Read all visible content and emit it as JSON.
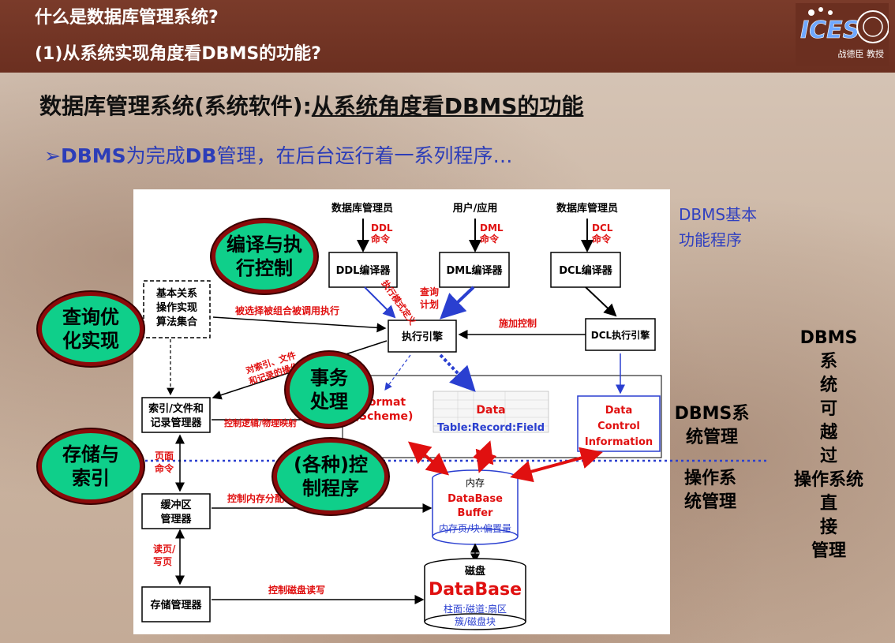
{
  "header": {
    "title_line1": "什么是数据库管理系统?",
    "title_line2": "(1)从系统实现角度看DBMS的功能?",
    "logo_text": "ICES",
    "logo_caption": "战德臣 教授"
  },
  "slide": {
    "heading_prefix": "数据库管理系统(系统软件):",
    "heading_underlined": "从系统角度看DBMS的功能",
    "bullet_bold1": "DBMS",
    "bullet_mid": "为完成",
    "bullet_bold2": "DB",
    "bullet_rest": "管理，在后台运行着一系列程序…"
  },
  "ovals": {
    "compile": "编译与执行控制",
    "query": "查询优化实现",
    "txn": "事务处理",
    "storage": "存储与索引",
    "control": "(各种)控制程序"
  },
  "side": {
    "dbms_basic_1": "DBMS基本",
    "dbms_basic_2": "功能程序",
    "dbms_sys_mgmt_1": "DBMS系",
    "dbms_sys_mgmt_2": "统管理",
    "os_mgmt_1": "操作系",
    "os_mgmt_2": "统管理",
    "vertical": [
      "DBMS",
      "系",
      "统",
      "可",
      "越",
      "过",
      "操作系统",
      "直",
      "接",
      "管理"
    ]
  },
  "diagram": {
    "actors": [
      "数据库管理员",
      "用户/应用",
      "数据库管理员"
    ],
    "cmd_ddl": "DDL",
    "cmd_dml": "DML",
    "cmd_dcl": "DCL",
    "cmd_word": "命令",
    "ddl_compiler": "DDL编译器",
    "dml_compiler": "DML编译器",
    "dcl_compiler": "DCL编译器",
    "algo_set_1": "基本关系",
    "algo_set_2": "操作实现",
    "algo_set_3": "算法集合",
    "exec_engine": "执行引擎",
    "dcl_engine": "DCL执行引擎",
    "selected_called": "被选择被组合被调用执行",
    "query_plan_1": "查询",
    "query_plan_2": "计划",
    "apply_control": "施加控制",
    "exec_schema": "执行模式定义",
    "index_mgr_1": "索引/文件和",
    "index_mgr_2": "记录管理器",
    "index_ops_1": "对索引、文件",
    "index_ops_2": "和记录的操作",
    "logic_phys": "控制逻辑/物理映射",
    "format_1": "Format",
    "format_2": "(Scheme)",
    "data_1": "Data",
    "data_2": "Table:Record:Field",
    "dci_1": "Data",
    "dci_2": "Control",
    "dci_3": "Information",
    "page_cmd_1": "页面",
    "page_cmd_2": "命令",
    "buffer_mgr_1": "缓冲区",
    "buffer_mgr_2": "管理器",
    "mem_alloc": "控制内存分配与置换",
    "mem_1": "内存",
    "mem_2": "DataBase",
    "mem_3": "Buffer",
    "mem_4": "内存页/块:偏置量",
    "rw_1": "读页/",
    "rw_2": "写页",
    "storage_mgr": "存储管理器",
    "disk_ctrl": "控制磁盘读写",
    "disk_1": "磁盘",
    "disk_2": "DataBase",
    "disk_3": "柱面:磁道:扇区",
    "disk_4": "簇/磁盘块"
  },
  "colors": {
    "header_bg": "#6b2f20",
    "oval_fill": "#0fcf8a",
    "oval_border": "#8b0a0a",
    "accent_blue": "#3040c0",
    "accent_red": "#e01010"
  }
}
